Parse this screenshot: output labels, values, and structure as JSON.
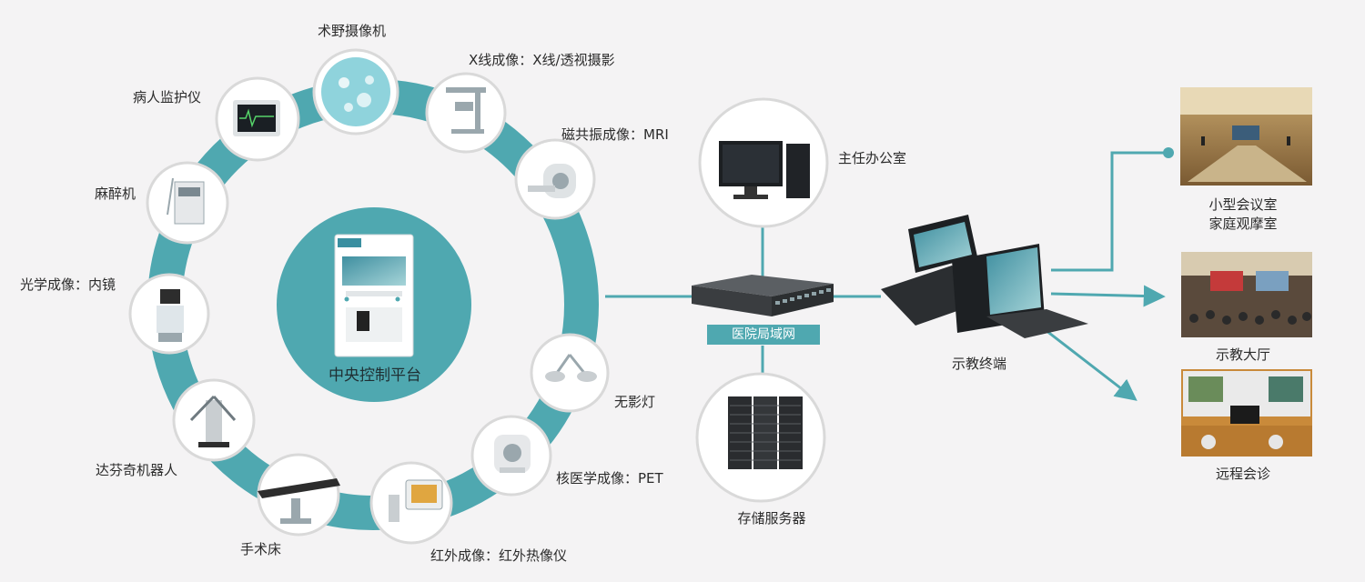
{
  "center": {
    "label": "中央控制平台"
  },
  "ring_devices": [
    {
      "name": "摄像机",
      "label": "术野摄像机",
      "icon": "surgical-camera-icon"
    },
    {
      "name": "x-ray",
      "label": "X线成像：X线/透视摄影",
      "icon": "x-ray-machine-icon"
    },
    {
      "name": "mri",
      "label": "磁共振成像：MRI",
      "icon": "mri-scanner-icon"
    },
    {
      "name": "surgical-light",
      "label": "无影灯",
      "icon": "surgical-light-icon"
    },
    {
      "name": "pet",
      "label": "核医学成像：PET",
      "icon": "pet-scanner-icon"
    },
    {
      "name": "thermal",
      "label": "红外成像：红外热像仪",
      "icon": "thermal-imager-icon"
    },
    {
      "name": "operating-table",
      "label": "手术床",
      "icon": "operating-table-icon"
    },
    {
      "name": "da-vinci",
      "label": "达芬奇机器人",
      "icon": "surgical-robot-icon"
    },
    {
      "name": "endoscope",
      "label": "光学成像：内镜",
      "icon": "endoscope-icon"
    },
    {
      "name": "anesthesia",
      "label": "麻醉机",
      "icon": "anesthesia-machine-icon"
    },
    {
      "name": "monitor",
      "label": "病人监护仪",
      "icon": "patient-monitor-icon"
    }
  ],
  "network": {
    "lan_label": "医院局域网",
    "director_office": "主任办公室",
    "storage": "存储服务器",
    "terminal": "示教终端"
  },
  "destinations": [
    {
      "line1": "小型会议室",
      "line2": "家庭观摩室"
    },
    {
      "line1": "示教大厅"
    },
    {
      "line1": "远程会诊"
    }
  ],
  "colors": {
    "ring": "#4fa8b0",
    "accent": "#3aa6ad",
    "background": "#f4f3f4"
  }
}
